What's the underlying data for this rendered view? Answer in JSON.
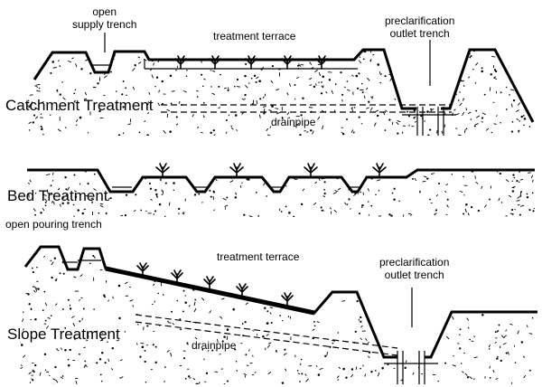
{
  "catchment": {
    "title": "Catchment Treatment",
    "supply_trench": "open\nsupply trench",
    "terrace": "treatment terrace",
    "outlet": "preclarification\noutlet trench",
    "drainpipe": "drainpipe"
  },
  "bed": {
    "title": "Bed Treatment"
  },
  "slope": {
    "title": "Slope Treatment",
    "pouring_trench": "open pouring trench",
    "terrace": "treatment terrace",
    "outlet": "preclarification\noutlet trench",
    "drainpipe": "drainpipe"
  }
}
